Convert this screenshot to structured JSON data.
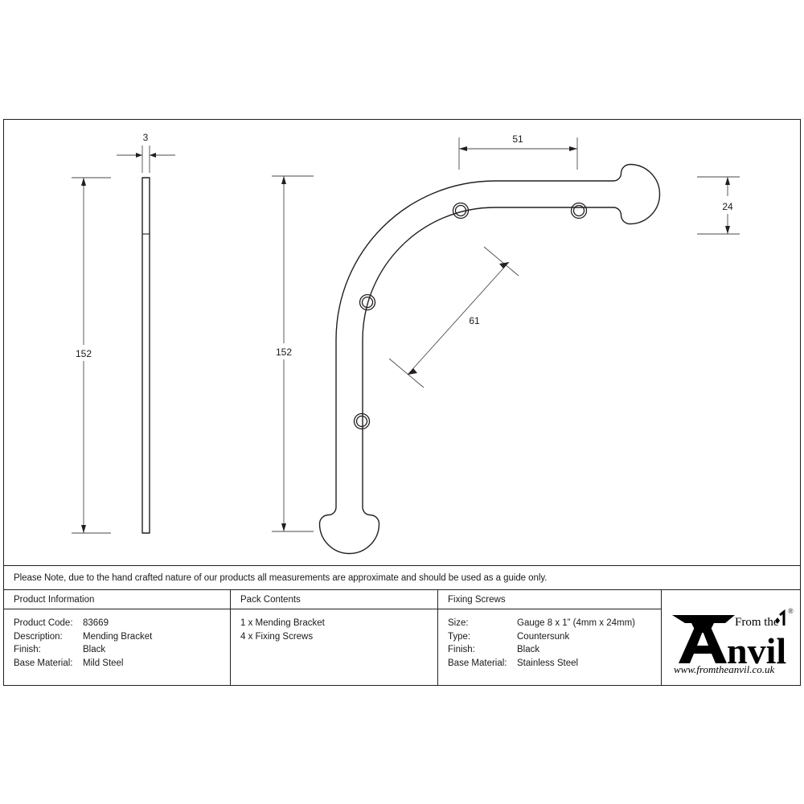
{
  "sheet": {
    "note": "Please Note, due to the hand crafted nature of our products all measurements are approximate and should be used as a guide only."
  },
  "drawing": {
    "title": "Mending Bracket technical drawing",
    "dimensions": {
      "side_view_thickness": "3",
      "side_view_length": "152",
      "front_view_height": "152",
      "arm_hole_spacing": "51",
      "arm_width": "24",
      "corner_radius_dim": "61"
    },
    "hole_count": 4,
    "units": "mm"
  },
  "table": {
    "columns": [
      {
        "header": "Product Information",
        "rows": [
          {
            "label": "Product Code:",
            "value": "83669"
          },
          {
            "label": "Description:",
            "value": "Mending Bracket"
          },
          {
            "label": "Finish:",
            "value": "Black"
          },
          {
            "label": "Base Material:",
            "value": "Mild Steel"
          }
        ]
      },
      {
        "header": "Pack Contents",
        "lines": [
          "1 x Mending Bracket",
          "4 x Fixing Screws"
        ]
      },
      {
        "header": "Fixing Screws",
        "rows": [
          {
            "label": "Size:",
            "value": "Gauge 8 x 1” (4mm x 24mm)"
          },
          {
            "label": "Type:",
            "value": "Countersunk"
          },
          {
            "label": "Finish:",
            "value": "Black"
          },
          {
            "label": "Base Material:",
            "value": "Stainless Steel"
          }
        ]
      }
    ]
  },
  "logo": {
    "top_text": "From the",
    "main_text": "nvil",
    "registered_mark": "®",
    "url": "www.fromtheanvil.co.uk"
  },
  "colors": {
    "line": "#231f20",
    "text": "#1a1a1a",
    "background": "#ffffff"
  }
}
